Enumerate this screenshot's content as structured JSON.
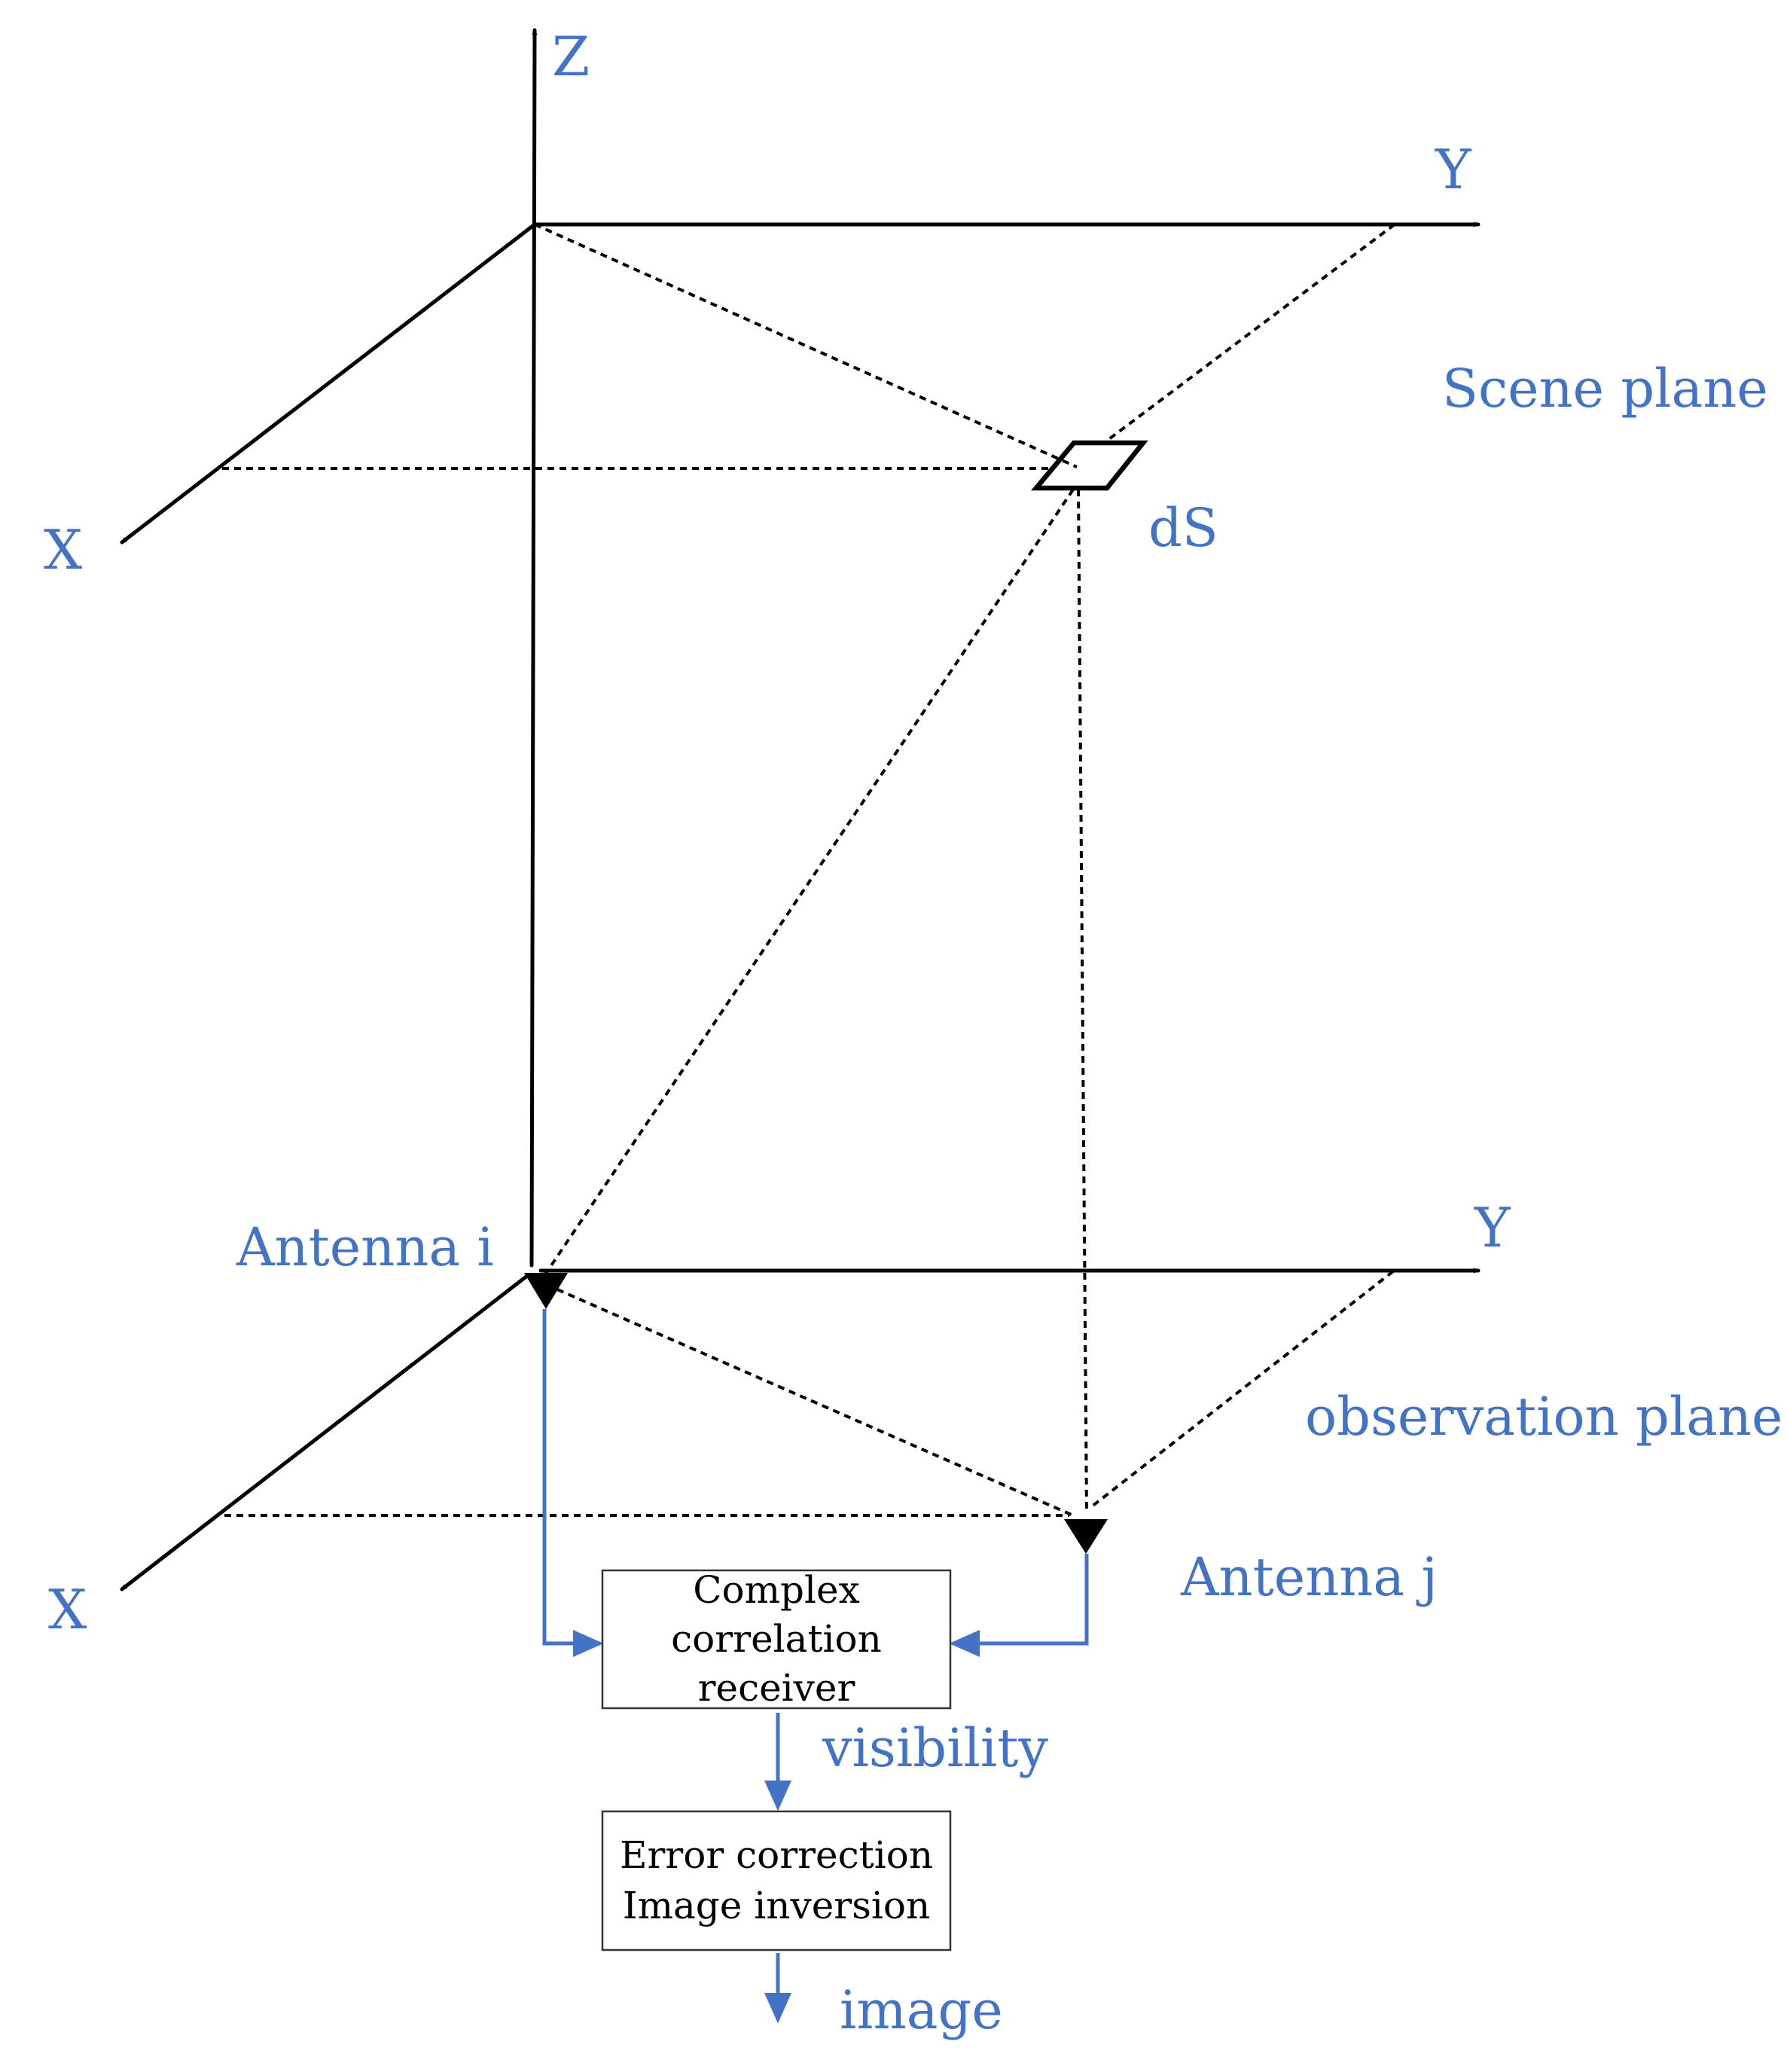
{
  "labels": {
    "z_axis": "Z",
    "scene_y_axis": "Y",
    "scene_x_axis": "X",
    "scene_plane": "Scene plane",
    "ds": "dS",
    "antenna_i": "Antenna i",
    "obs_y_axis": "Y",
    "obs_x_axis": "X",
    "observation_plane": "observation plane",
    "antenna_j": "Antenna j",
    "visibility": "visibility",
    "image": "image"
  },
  "boxes": {
    "correlator": [
      "Complex",
      "correlation",
      "receiver"
    ],
    "processing": [
      "Error correction",
      "Image inversion"
    ]
  },
  "colors": {
    "label": "#4472c4",
    "flow_arrow": "#4472c4",
    "axis": "#000000"
  }
}
